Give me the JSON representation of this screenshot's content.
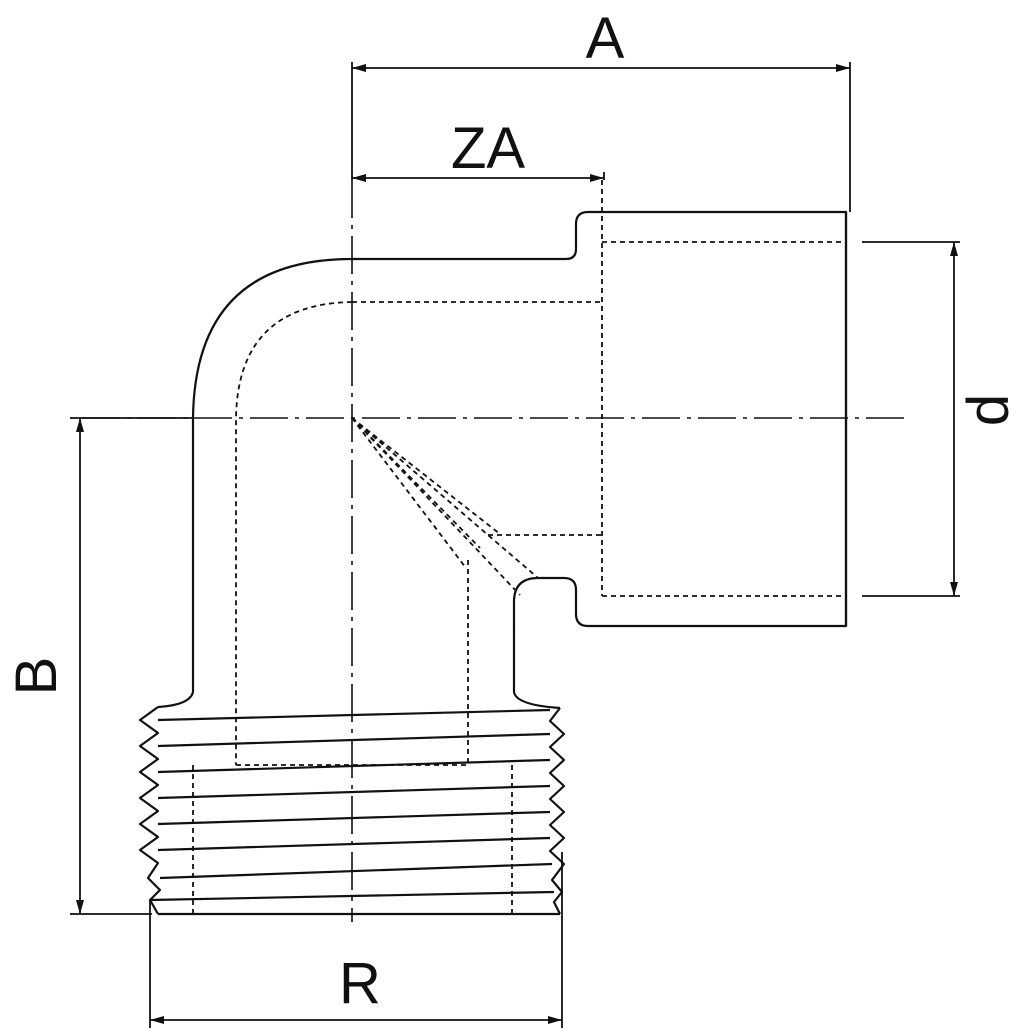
{
  "diagram": {
    "labels": {
      "A": "A",
      "ZA": "ZA",
      "d": "d",
      "B": "B",
      "R": "R"
    },
    "colors": {
      "line": "#111111",
      "background": "#ffffff"
    }
  }
}
